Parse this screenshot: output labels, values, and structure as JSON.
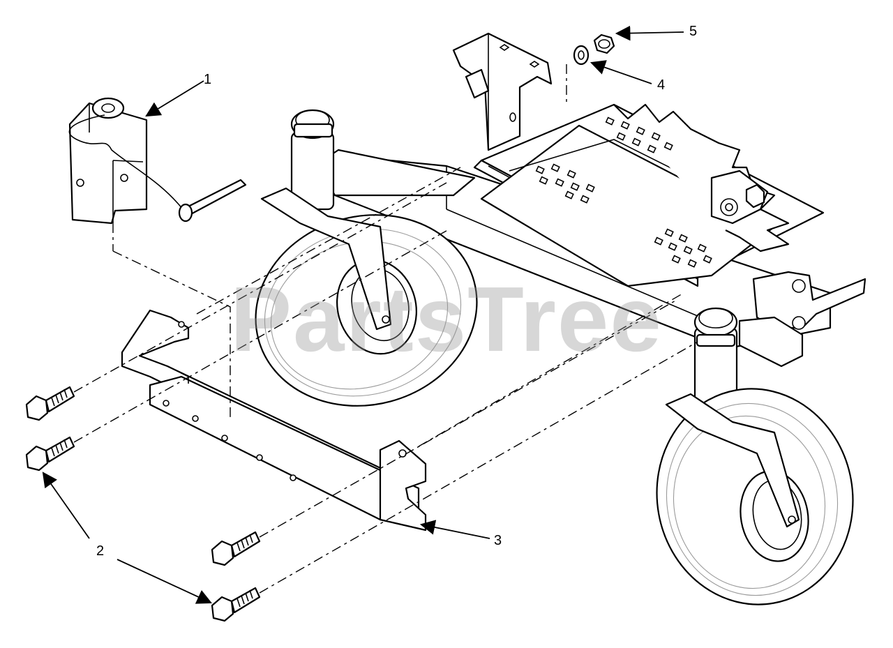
{
  "watermark": "PartsTree",
  "callouts": {
    "c1": "1",
    "c2": "2",
    "c3": "3",
    "c4": "4",
    "c5": "5"
  },
  "colors": {
    "line": "#000000",
    "background": "#ffffff",
    "watermark": "#969696"
  }
}
